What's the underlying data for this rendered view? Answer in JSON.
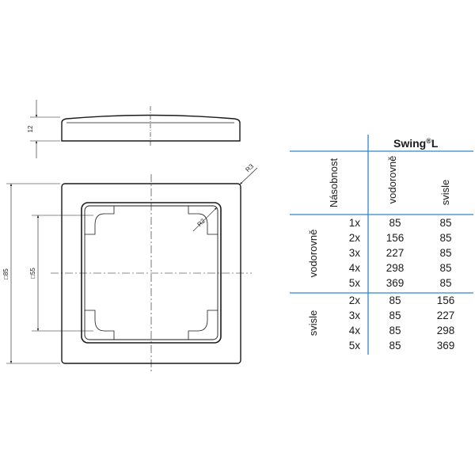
{
  "drawing": {
    "dim_height": "12",
    "dim_outer": "□85",
    "dim_inner": "□55",
    "dim_radius_outer": "R3",
    "dim_radius_inner": "R2"
  },
  "table": {
    "brand": "Swing",
    "brand_mark": "®",
    "brand_suffix": "L",
    "header_multiplicity": "Násobnost",
    "header_horizontal": "vodorovně",
    "header_vertical": "svisle",
    "groups": [
      {
        "label": "vodorovně",
        "rows": [
          {
            "mult": "1x",
            "h": "85",
            "v": "85"
          },
          {
            "mult": "2x",
            "h": "156",
            "v": "85"
          },
          {
            "mult": "3x",
            "h": "227",
            "v": "85"
          },
          {
            "mult": "4x",
            "h": "298",
            "v": "85"
          },
          {
            "mult": "5x",
            "h": "369",
            "v": "85"
          }
        ]
      },
      {
        "label": "svisle",
        "rows": [
          {
            "mult": "2x",
            "h": "85",
            "v": "156"
          },
          {
            "mult": "3x",
            "h": "85",
            "v": "227"
          },
          {
            "mult": "4x",
            "h": "85",
            "v": "298"
          },
          {
            "mult": "5x",
            "h": "85",
            "v": "369"
          }
        ]
      }
    ]
  },
  "colors": {
    "table_lines": "#2f86c8",
    "drawing_lines": "#1a1a1a"
  }
}
